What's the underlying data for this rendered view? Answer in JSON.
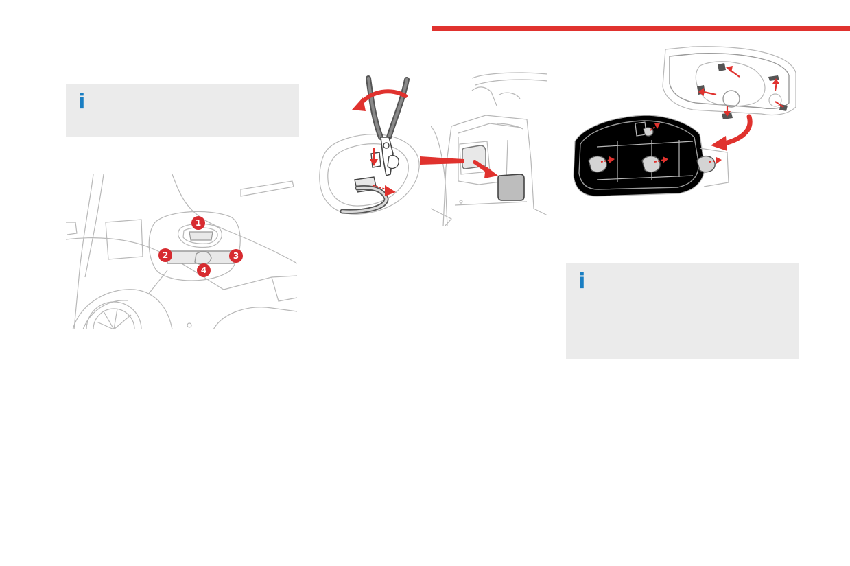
{
  "colors": {
    "accent_red": "#e0322e",
    "info_blue": "#1b7fc3",
    "info_bg": "#ebebeb",
    "callout_red": "#d72b30"
  },
  "info_boxes": [
    {
      "icon": "info-icon",
      "glyph": "i"
    },
    {
      "icon": "info-icon",
      "glyph": "i"
    }
  ],
  "figures": {
    "car_rear": {
      "callouts": [
        "1",
        "2",
        "3",
        "4"
      ]
    }
  }
}
